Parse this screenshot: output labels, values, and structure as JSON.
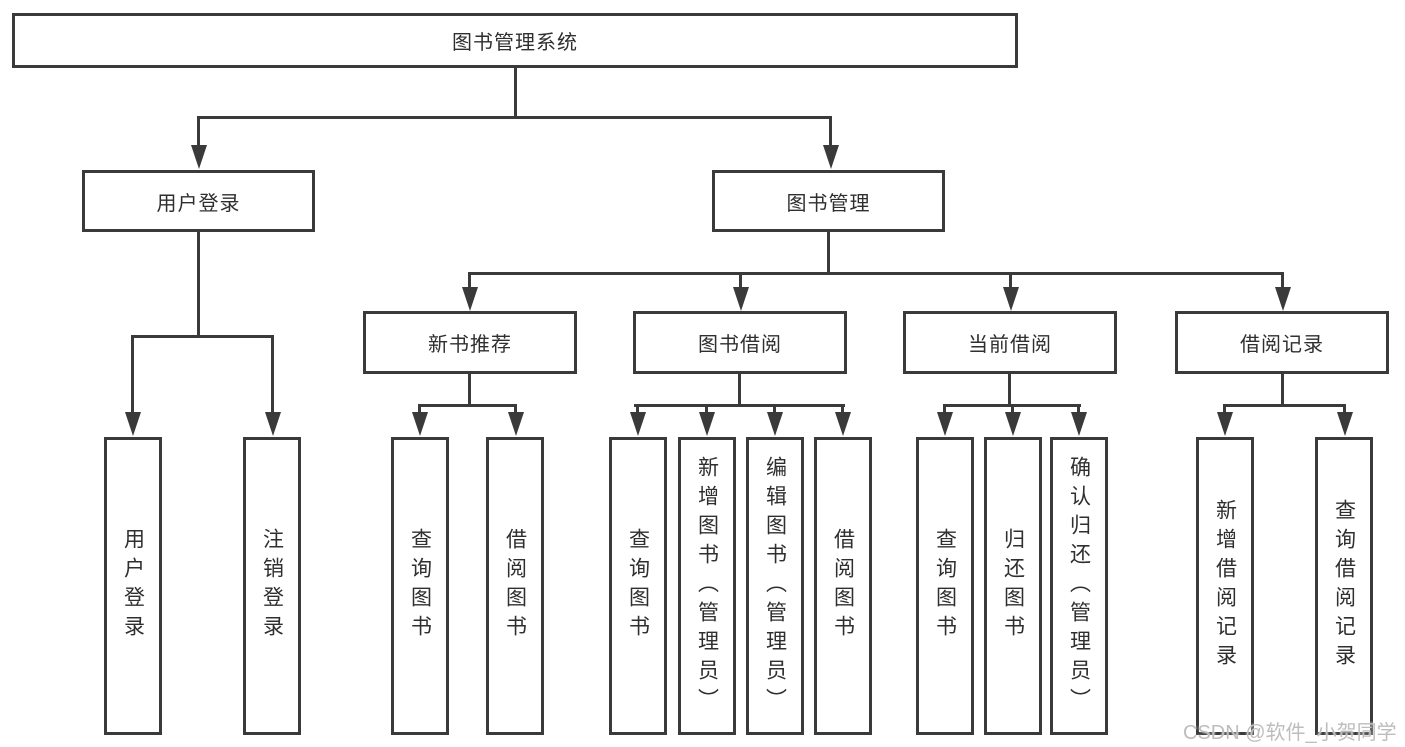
{
  "diagram": {
    "title": "图书管理系统",
    "branches": [
      {
        "label": "用户登录",
        "children": [
          {
            "label": "用户登录"
          },
          {
            "label": "注销登录"
          }
        ]
      },
      {
        "label": "图书管理",
        "children": [
          {
            "label": "新书推荐",
            "children": [
              {
                "label": "查询图书"
              },
              {
                "label": "借阅图书"
              }
            ]
          },
          {
            "label": "图书借阅",
            "children": [
              {
                "label": "查询图书"
              },
              {
                "label": "新增图书（管理员）"
              },
              {
                "label": "编辑图书（管理员）"
              },
              {
                "label": "借阅图书"
              }
            ]
          },
          {
            "label": "当前借阅",
            "children": [
              {
                "label": "查询图书"
              },
              {
                "label": "归还图书"
              },
              {
                "label": "确认归还（管理员）"
              }
            ]
          },
          {
            "label": "借阅记录",
            "children": [
              {
                "label": "新增借阅记录"
              },
              {
                "label": "查询借阅记录"
              }
            ]
          }
        ]
      }
    ]
  },
  "watermark": {
    "text": "CSDN @软件_小贺同学"
  },
  "colors": {
    "line": "#3a3a3a",
    "box_border": "#3a3a3a",
    "text": "#2f2f2f",
    "background": "#ffffff",
    "watermark": "#bdbdbd"
  }
}
